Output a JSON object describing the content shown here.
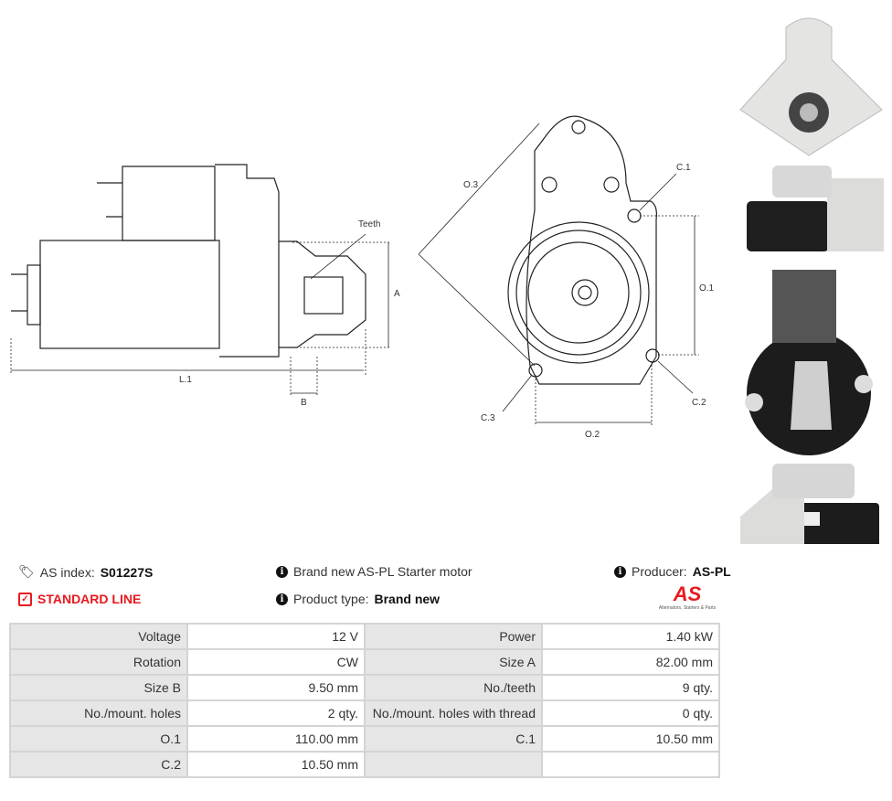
{
  "drawing": {
    "teeth": "Teeth",
    "a": "A",
    "b": "B",
    "l1": "L.1",
    "o1": "O.1",
    "o2": "O.2",
    "o3": "O.3",
    "c1": "C.1",
    "c2": "C.2",
    "c3": "C.3"
  },
  "info": {
    "as_index_label": "AS index:",
    "as_index_value": "S01227S",
    "line": "STANDARD LINE",
    "description": "Brand new AS-PL Starter motor",
    "product_type_label": "Product type:",
    "product_type_value": "Brand new",
    "producer_label": "Producer:",
    "producer_value": "AS-PL",
    "logo_text": "AS",
    "logo_tagline": "Alternators, Starters & Parts"
  },
  "colors": {
    "accent": "#e8191e",
    "table_label_bg": "#e6e6e6",
    "border": "#d4d4d4"
  },
  "specs": [
    [
      "Voltage",
      "12 V",
      "Power",
      "1.40 kW"
    ],
    [
      "Rotation",
      "CW",
      "Size A",
      "82.00 mm"
    ],
    [
      "Size B",
      "9.50 mm",
      "No./teeth",
      "9 qty."
    ],
    [
      "No./mount. holes",
      "2 qty.",
      "No./mount. holes with thread",
      "0 qty."
    ],
    [
      "O.1",
      "110.00 mm",
      "C.1",
      "10.50 mm"
    ],
    [
      "C.2",
      "10.50 mm",
      "",
      ""
    ]
  ]
}
